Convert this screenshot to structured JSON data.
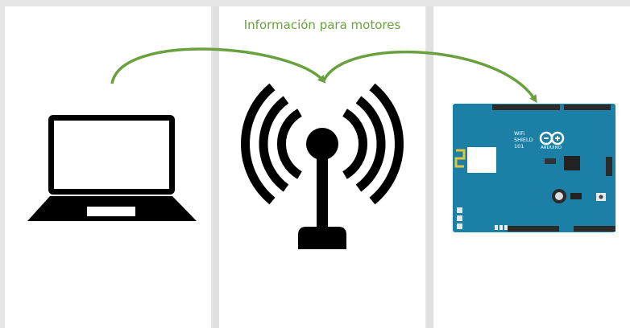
{
  "diagram": {
    "title": "Información para motores",
    "accent_color": "#6aa13f",
    "nodes": [
      {
        "icon": "laptop-icon"
      },
      {
        "icon": "antenna-icon"
      },
      {
        "icon": "arduino-wifi-shield-icon"
      }
    ],
    "board": {
      "brand": "ARDUINO",
      "product_line1": "WiFi",
      "product_line2": "SHIELD",
      "product_line3": "101",
      "color": "#1c7fa6"
    }
  }
}
